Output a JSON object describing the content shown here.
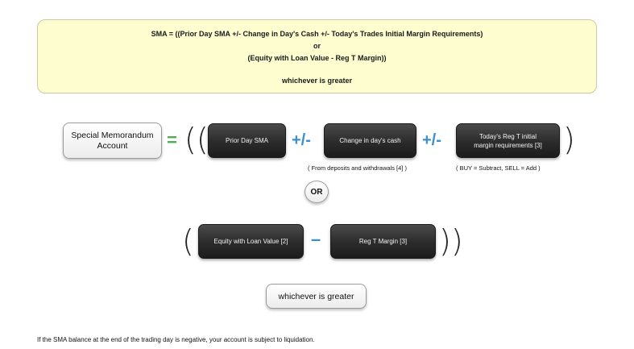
{
  "formula": {
    "line1": "SMA = ((Prior Day SMA +/- Change in Day's Cash +/- Today's Trades Initial Margin Requirements)",
    "line2": "or",
    "line3": "(Equity with Loan Value - Reg T Margin))",
    "line4": "whichever is greater"
  },
  "diagram": {
    "sma_label": "Special Memorandum\nAccount",
    "equals": "=",
    "open_parens": "((",
    "prior_day_sma": "Prior Day SMA",
    "plus_minus_1": "+/-",
    "change_cash": "Change in day's cash",
    "plus_minus_2": "+/-",
    "reg_t_initial": "Today's Reg T initial\nmargin requirements [3]",
    "close_paren_top": ")",
    "note_deposits": "( From deposits and withdrawals [4] )",
    "note_buy_sell": "( BUY = Subtract, SELL = Add )",
    "or_label": "OR",
    "open_paren_bottom": "(",
    "equity_loan": "Equity with Loan Value [2]",
    "minus": "–",
    "reg_t_margin": "Reg T Margin [3]",
    "close_parens_bottom": "))",
    "whichever": "whichever is greater"
  },
  "footer": {
    "text": "If the SMA balance at the end of the trading day is negative, your account is subject to liquidation."
  },
  "colors": {
    "formula_bg": "#fdfdd0",
    "operator_blue": "#3a8fd0",
    "equals_green": "#4cae4c"
  }
}
